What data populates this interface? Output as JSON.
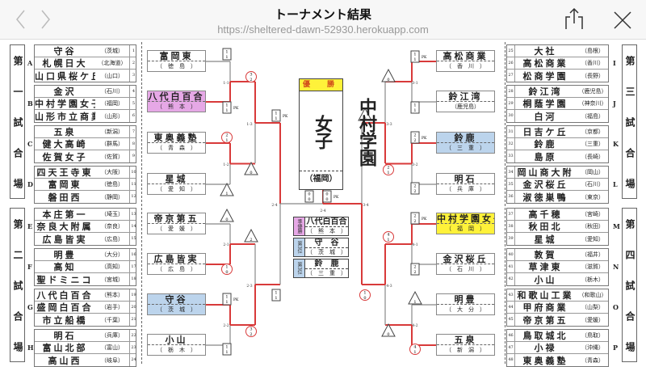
{
  "browser": {
    "title": "トーナメント結果",
    "url": "https://sheltered-dawn-52930.herokuapp.com",
    "icons": [
      "chevron-left-icon",
      "chevron-right-icon",
      "share-icon",
      "close-icon"
    ]
  },
  "colors": {
    "win_line": "#d83a3a",
    "line": "#888888",
    "champion": "#fff23a",
    "runner_up": "#e6a8e6",
    "third": "#bcd4ec"
  },
  "venues": [
    {
      "label": "第一試合場",
      "chars": [
        "第",
        "一",
        "試",
        "合",
        "場"
      ]
    },
    {
      "label": "第二試合場",
      "chars": [
        "第",
        "二",
        "試",
        "合",
        "場"
      ]
    },
    {
      "label": "第三試合場",
      "chars": [
        "第",
        "三",
        "試",
        "合",
        "場"
      ]
    },
    {
      "label": "第四試合場",
      "chars": [
        "第",
        "四",
        "試",
        "合",
        "場"
      ]
    }
  ],
  "groups": [
    {
      "letter": "A",
      "teams": [
        {
          "name": "守谷",
          "pref": "（茨城）",
          "no": "1"
        },
        {
          "name": "札幌日大",
          "pref": "（北海道）",
          "no": "2"
        },
        {
          "name": "山口県桜ケ丘",
          "pref": "（山口）",
          "no": "3"
        }
      ]
    },
    {
      "letter": "B",
      "teams": [
        {
          "name": "金沢",
          "pref": "（石川）",
          "no": "4"
        },
        {
          "name": "中村学園女子",
          "pref": "（福岡）",
          "no": "5"
        },
        {
          "name": "山形市立商業",
          "pref": "（山形）",
          "no": "6"
        }
      ]
    },
    {
      "letter": "C",
      "teams": [
        {
          "name": "五泉",
          "pref": "（新潟）",
          "no": "7"
        },
        {
          "name": "健大高崎",
          "pref": "（群馬）",
          "no": "8"
        },
        {
          "name": "佐賀女子",
          "pref": "（佐賀）",
          "no": "9"
        }
      ]
    },
    {
      "letter": "D",
      "teams": [
        {
          "name": "四天王寺東",
          "pref": "（大阪）",
          "no": "10"
        },
        {
          "name": "富岡東",
          "pref": "（徳島）",
          "no": "11"
        },
        {
          "name": "磐田西",
          "pref": "（静岡）",
          "no": "12"
        }
      ]
    },
    {
      "letter": "E",
      "teams": [
        {
          "name": "本庄第一",
          "pref": "（埼玉）",
          "no": "13"
        },
        {
          "name": "奈良大附属",
          "pref": "（奈良）",
          "no": "14"
        },
        {
          "name": "広島皆実",
          "pref": "（広島）",
          "no": "15"
        }
      ]
    },
    {
      "letter": "F",
      "teams": [
        {
          "name": "明豊",
          "pref": "（大分）",
          "no": "16"
        },
        {
          "name": "高知",
          "pref": "（高知）",
          "no": "17"
        },
        {
          "name": "聖ドミニコ",
          "pref": "（宮城）",
          "no": "18"
        }
      ]
    },
    {
      "letter": "G",
      "teams": [
        {
          "name": "八代白百合",
          "pref": "（熊本）",
          "no": "19"
        },
        {
          "name": "盛岡白百合",
          "pref": "（岩手）",
          "no": "20"
        },
        {
          "name": "市立船橋",
          "pref": "（千葉）",
          "no": "21"
        }
      ]
    },
    {
      "letter": "H",
      "teams": [
        {
          "name": "明石",
          "pref": "（兵庫）",
          "no": "22"
        },
        {
          "name": "富山北部",
          "pref": "（富山）",
          "no": "23"
        },
        {
          "name": "高山西",
          "pref": "（岐阜）",
          "no": "24"
        }
      ]
    },
    {
      "letter": "I",
      "teams": [
        {
          "name": "大社",
          "pref": "（島根）",
          "no": "25"
        },
        {
          "name": "高松商業",
          "pref": "（香川）",
          "no": "26"
        },
        {
          "name": "松商学園",
          "pref": "（長野）",
          "no": "27"
        }
      ]
    },
    {
      "letter": "J",
      "teams": [
        {
          "name": "鈴江湾",
          "pref": "（鹿児島）",
          "no": "28"
        },
        {
          "name": "桐蔭学園",
          "pref": "（神奈川）",
          "no": "29"
        },
        {
          "name": "白河",
          "pref": "（福島）",
          "no": "30"
        }
      ]
    },
    {
      "letter": "K",
      "teams": [
        {
          "name": "日吉ケ丘",
          "pref": "（京都）",
          "no": "31"
        },
        {
          "name": "鈴鹿",
          "pref": "（三重）",
          "no": "32"
        },
        {
          "name": "島原",
          "pref": "（長崎）",
          "no": "33"
        }
      ]
    },
    {
      "letter": "L",
      "teams": [
        {
          "name": "岡山商大附",
          "pref": "（岡山）",
          "no": "34"
        },
        {
          "name": "金沢桜丘",
          "pref": "（石川）",
          "no": "35"
        },
        {
          "name": "淑徳巣鴨",
          "pref": "（東京）",
          "no": "36"
        }
      ]
    },
    {
      "letter": "M",
      "teams": [
        {
          "name": "高千穂",
          "pref": "（宮崎）",
          "no": "37"
        },
        {
          "name": "秋田北",
          "pref": "（秋田）",
          "no": "38"
        },
        {
          "name": "星城",
          "pref": "（愛知）",
          "no": "39"
        }
      ]
    },
    {
      "letter": "N",
      "teams": [
        {
          "name": "敦賀",
          "pref": "（福井）",
          "no": "40"
        },
        {
          "name": "草津東",
          "pref": "（滋賀）",
          "no": "41"
        },
        {
          "name": "小山",
          "pref": "（栃木）",
          "no": "42"
        }
      ]
    },
    {
      "letter": "O",
      "teams": [
        {
          "name": "和歌山工業",
          "pref": "（和歌山）",
          "no": "43"
        },
        {
          "name": "甲府商業",
          "pref": "（山梨）",
          "no": "44"
        },
        {
          "name": "帝京第五",
          "pref": "（愛媛）",
          "no": "45"
        }
      ]
    },
    {
      "letter": "P",
      "teams": [
        {
          "name": "鳥取城北",
          "pref": "（鳥取）",
          "no": "46"
        },
        {
          "name": "小禄",
          "pref": "（沖縄）",
          "no": "47"
        },
        {
          "name": "東奥義塾",
          "pref": "（青森）",
          "no": "48"
        }
      ]
    }
  ],
  "bracket_left": [
    {
      "name": "富岡東",
      "pref": "（　徳　島　）",
      "highlight": ""
    },
    {
      "name": "八代白百合",
      "pref": "（　熊　本　）",
      "highlight": "runner_up"
    },
    {
      "name": "東奥義塾",
      "pref": "（　青　森　）",
      "highlight": ""
    },
    {
      "name": "星城",
      "pref": "（　愛　知　）",
      "highlight": ""
    },
    {
      "name": "帝京第五",
      "pref": "（　愛　媛　）",
      "highlight": ""
    },
    {
      "name": "広島皆実",
      "pref": "（　広　島　）",
      "highlight": ""
    },
    {
      "name": "守谷",
      "pref": "（　茨　城　）",
      "highlight": "third"
    },
    {
      "name": "小山",
      "pref": "（　栃　木　）",
      "highlight": ""
    }
  ],
  "bracket_right": [
    {
      "name": "高松商業",
      "pref": "（　香　川　）",
      "highlight": ""
    },
    {
      "name": "鈴江湾",
      "pref": "（鹿児島）",
      "highlight": ""
    },
    {
      "name": "鈴鹿",
      "pref": "（　三　重　）",
      "highlight": "third"
    },
    {
      "name": "明石",
      "pref": "（　兵　庫　）",
      "highlight": ""
    },
    {
      "name": "中村学園女子",
      "pref": "（　福　岡　）",
      "highlight": "champion"
    },
    {
      "name": "金沢桜丘",
      "pref": "（　石　川　）",
      "highlight": ""
    },
    {
      "name": "明豊",
      "pref": "（　大　分　）",
      "highlight": ""
    },
    {
      "name": "五泉",
      "pref": "（　新　潟　）",
      "highlight": ""
    }
  ],
  "match_labels": [
    "1-1",
    "1-2",
    "1-3",
    "2-1",
    "2-2",
    "2-3",
    "2-4",
    "3-1",
    "3-2",
    "3-3",
    "4-1",
    "4-2",
    "4-3",
    "3-4",
    "2-4"
  ],
  "score_marks": [
    {
      "type": "box",
      "top": "1",
      "bottom": "1",
      "pk": ""
    },
    {
      "type": "box",
      "top": "1",
      "bottom": "1",
      "pk": "PK"
    },
    {
      "type": "circle",
      "top": "3",
      "bottom": "2",
      "pk": ""
    },
    {
      "type": "circle",
      "top": "2",
      "bottom": "1",
      "pk": ""
    },
    {
      "type": "triangle",
      "top": "",
      "bottom": "1",
      "pk": ""
    },
    {
      "type": "triangle",
      "top": "",
      "bottom": "0",
      "pk": ""
    },
    {
      "type": "triangle",
      "top": "",
      "bottom": "0",
      "pk": ""
    },
    {
      "type": "triangle",
      "top": "",
      "bottom": "2",
      "pk": ""
    },
    {
      "type": "circle",
      "top": "1",
      "bottom": "0",
      "pk": ""
    },
    {
      "type": "box",
      "top": "1",
      "bottom": "1",
      "pk": "PK"
    },
    {
      "type": "circle",
      "top": "3",
      "bottom": "2",
      "pk": ""
    },
    {
      "type": "box",
      "top": "1",
      "bottom": "1",
      "pk": ""
    },
    {
      "type": "box",
      "top": "1",
      "bottom": "1",
      "pk": "PK"
    },
    {
      "type": "triangle",
      "top": "",
      "bottom": "0",
      "pk": ""
    },
    {
      "type": "box",
      "top": "1",
      "bottom": "1",
      "pk": ""
    },
    {
      "type": "box",
      "top": "2",
      "bottom": "2",
      "pk": "PK"
    },
    {
      "type": "circle",
      "top": "2",
      "bottom": "1",
      "pk": ""
    },
    {
      "type": "box",
      "top": "2",
      "bottom": "2",
      "pk": ""
    },
    {
      "type": "box",
      "top": "2",
      "bottom": "2",
      "pk": "PK"
    },
    {
      "type": "circle",
      "top": "4",
      "bottom": "1",
      "pk": ""
    },
    {
      "type": "box",
      "top": "2",
      "bottom": "2",
      "pk": ""
    },
    {
      "type": "triangle",
      "top": "",
      "bottom": "1",
      "pk": ""
    },
    {
      "type": "triangle",
      "top": "",
      "bottom": "0",
      "pk": ""
    },
    {
      "type": "circle",
      "top": "4",
      "bottom": "1",
      "pk": ""
    },
    {
      "type": "box",
      "top": "1",
      "bottom": "1",
      "pk": "PK"
    },
    {
      "type": "triangle",
      "top": "",
      "bottom": "0",
      "pk": ""
    },
    {
      "type": "box",
      "top": "0",
      "bottom": "0",
      "pk": ""
    },
    {
      "type": "box",
      "top": "0",
      "bottom": "0",
      "pk": "PK"
    },
    {
      "type": "box",
      "top": "1",
      "bottom": "1",
      "pk": ""
    },
    {
      "type": "circle",
      "top": "1",
      "bottom": "0",
      "pk": ""
    }
  ],
  "champion": {
    "header": "優　勝",
    "name": "中村学園女子",
    "pref": "（福岡）"
  },
  "placings": [
    {
      "label": "準優勝",
      "name": "八代白百合",
      "pref": "（　熊　本　）",
      "color": "runner_up"
    },
    {
      "label": "第3位",
      "name": "守　谷",
      "pref": "（　茨　城　）",
      "color": "third"
    },
    {
      "label": "第3位",
      "name": "鈴　鹿",
      "pref": "（　三　重　）",
      "color": "third"
    }
  ]
}
